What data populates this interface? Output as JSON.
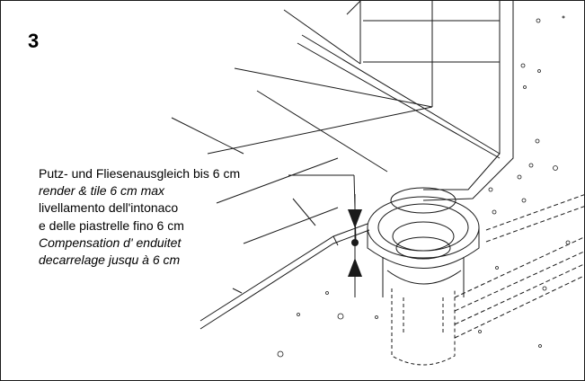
{
  "step": {
    "number": "3"
  },
  "caption": {
    "de": "Putz- und Fliesenausgleich bis 6 cm",
    "en": "render & tile 6 cm max",
    "it_line1": "livellamento dell'intonaco",
    "it_line2": "e delle piastrelle fino 6 cm",
    "fr_line1": "Compensation d' enduitet",
    "fr_line2": "decarrelage jusqu à 6 cm"
  },
  "colors": {
    "line": "#1a1a1a",
    "background": "#ffffff"
  }
}
